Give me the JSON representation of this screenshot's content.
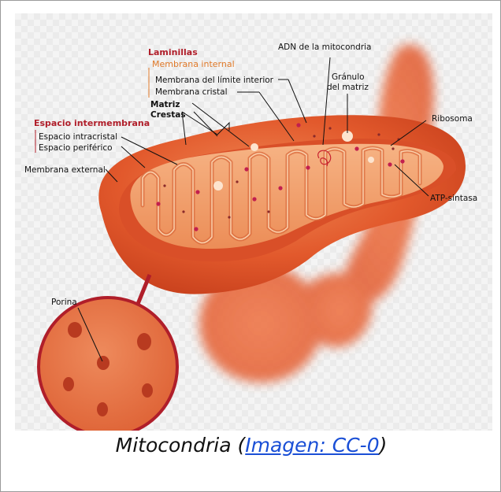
{
  "labels": {
    "laminillas": "Laminillas",
    "membrana_internal": "Membrana internal",
    "membrana_limite": "Membrana del límite interior",
    "membrana_cristal": "Membrana cristal",
    "matriz": "Matriz",
    "crestas": "Crestas",
    "espacio_intermembrana": "Espacio intermembrana",
    "espacio_intracristal": "Espacio intracristal",
    "espacio_periferico": "Espacio periférico",
    "membrana_external": "Membrana external",
    "adn": "ADN de la mitocondria",
    "granulo_line1": "Gránulo",
    "granulo_line2": "del matriz",
    "ribosoma": "Ribosoma",
    "atp_sintasa": "ATP-sintasa",
    "porina": "Porina"
  },
  "caption": {
    "prefix": "Mitocondria (",
    "link_text": "Imagen: CC-0",
    "suffix": ")"
  },
  "colors": {
    "label_red": "#b01e2a",
    "label_orange": "#e07a2a",
    "body_outer": "#e0582e",
    "body_inner": "#f29a64",
    "link": "#1a4fd6"
  }
}
